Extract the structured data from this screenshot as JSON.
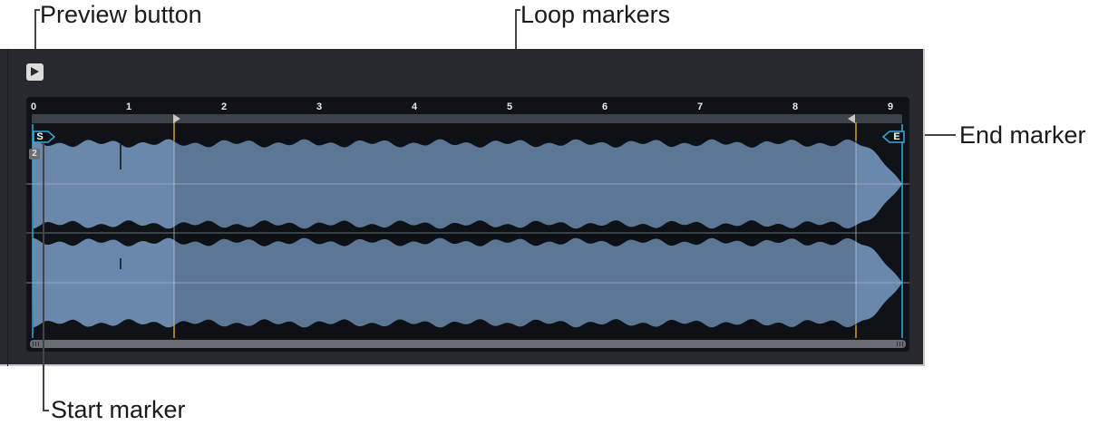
{
  "callouts": {
    "preview_button": "Preview button",
    "loop_markers": "Loop markers",
    "end_marker": "End marker",
    "start_marker": "Start marker"
  },
  "editor": {
    "ruler_numbers": [
      "0",
      "1",
      "2",
      "3",
      "4",
      "5",
      "6",
      "7",
      "8",
      "9"
    ],
    "start_marker_label": "S",
    "end_marker_label": "E",
    "channel_badge": "2"
  },
  "colors": {
    "panel_background": "#262a2f",
    "waveform_fill": "#6a88ac",
    "marker_accent": "#35a9d8",
    "loop_line": "#d0a030"
  }
}
